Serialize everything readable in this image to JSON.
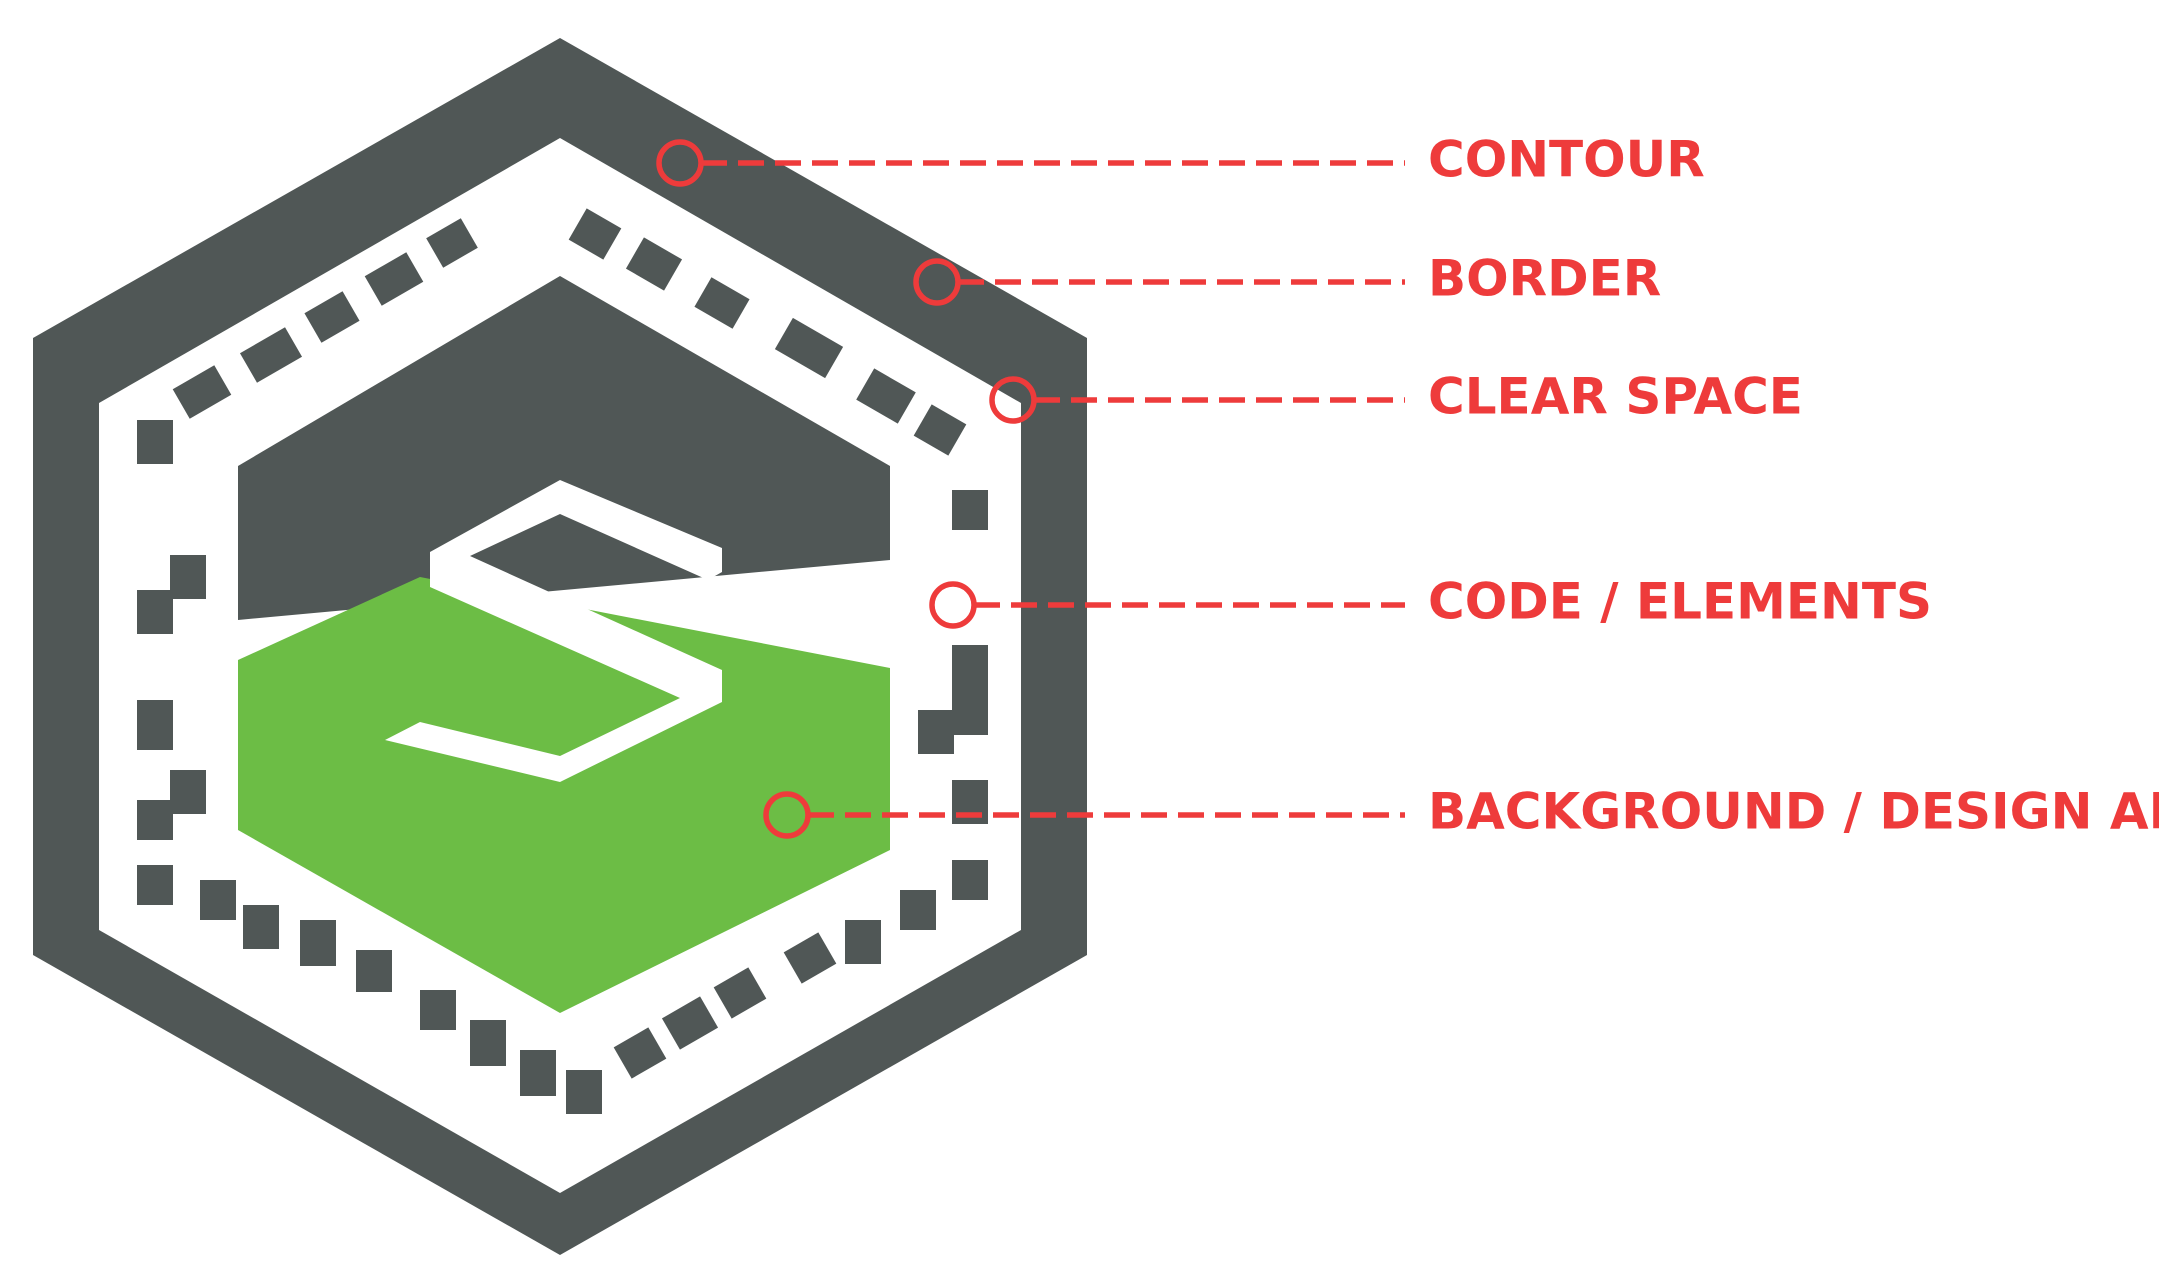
{
  "colors": {
    "dark": "#505756",
    "green": "#6cbd45",
    "annotation": "#ee3b3b",
    "background": "#ffffff"
  },
  "callouts": [
    {
      "id": "contour",
      "label": "CONTOUR"
    },
    {
      "id": "border",
      "label": "BORDER"
    },
    {
      "id": "clear-space",
      "label": "CLEAR SPACE"
    },
    {
      "id": "code-elements",
      "label": "CODE / ELEMENTS"
    },
    {
      "id": "background-design-area",
      "label": "BACKGROUND / DESIGN AREA"
    }
  ]
}
